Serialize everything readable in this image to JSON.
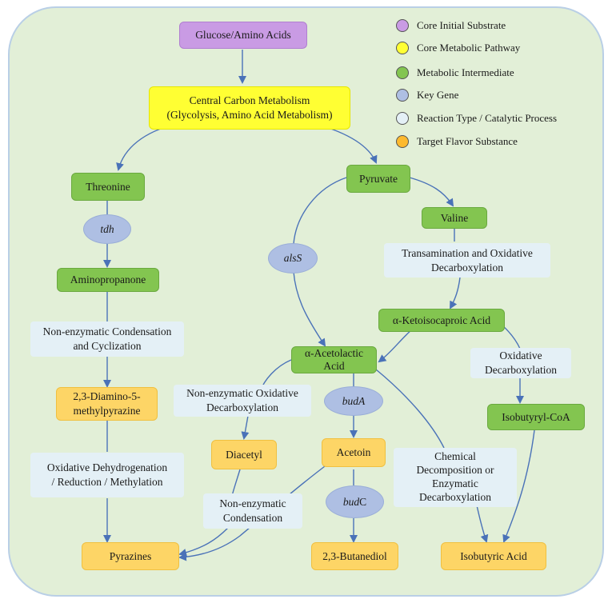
{
  "legend": {
    "items": [
      {
        "label": "Core Initial Substrate",
        "color": "#c99be4"
      },
      {
        "label": "Core Metabolic Pathway",
        "color": "#ffff33"
      },
      {
        "label": "Metabolic Intermediate",
        "color": "#83c550"
      },
      {
        "label": "Key Gene",
        "color": "#aebfe3"
      },
      {
        "label": "Reaction Type / Catalytic Process",
        "color": "#e4f0f6"
      },
      {
        "label": "Target Flavor Substance",
        "color": "#fdb92e"
      }
    ]
  },
  "nodes": {
    "glucose": "Glucose/Amino Acids",
    "central_1": "Central Carbon Metabolism",
    "central_2": "(Glycolysis, Amino Acid Metabolism)",
    "threonine": "Threonine",
    "pyruvate": "Pyruvate",
    "valine": "Valine",
    "tdh": "tdh",
    "alss": "alsS",
    "aminopropanone": "Aminopropanone",
    "transamination_1": "Transamination and Oxidative",
    "transamination_2": "Decarboxylation",
    "ketoisocaproic": "α-Ketoisocaproic Acid",
    "nonenz_cond_1": "Non-enzymatic Condensation",
    "nonenz_cond_2": "and Cyclization",
    "acetolactic_1": "α-Acetolactic",
    "acetolactic_2": "Acid",
    "oxidative_decarb_1": "Oxidative",
    "oxidative_decarb_2": "Decarboxylation",
    "diamino_1": "2,3-Diamino-5-",
    "diamino_2": "methylpyrazine",
    "nonenz_oxdecarb_1": "Non-enzymatic Oxidative",
    "nonenz_oxdecarb_2": "Decarboxylation",
    "buda": "budA",
    "isobutyryl": "Isobutyryl-CoA",
    "diacetyl": "Diacetyl",
    "acetoin": "Acetoin",
    "chemical_1": "Chemical",
    "chemical_2": "Decomposition or",
    "chemical_3": "Enzymatic",
    "chemical_4": "Decarboxylation",
    "oxdehydro_1": "Oxidative Dehydrogenation",
    "oxdehydro_2": "/ Reduction / Methylation",
    "budc_italic": "bud",
    "budc_rest": "C",
    "nonenz_cond2_1": "Non-enzymatic",
    "nonenz_cond2_2": "Condensation",
    "pyrazines": "Pyrazines",
    "butanediol": "2,3-Butanediol",
    "isobutyric": "Isobutyric Acid"
  }
}
